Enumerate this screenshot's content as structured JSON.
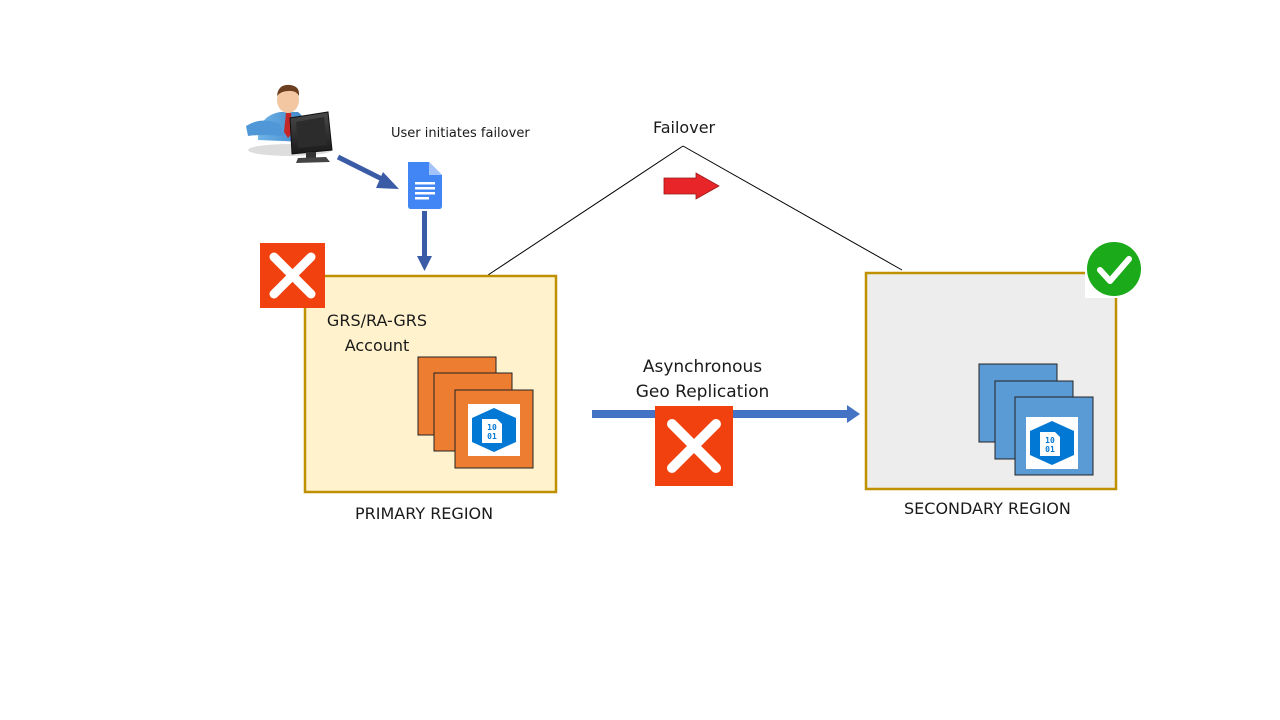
{
  "labels": {
    "user_action": "User initiates failover",
    "failover": "Failover",
    "account_line1": "GRS/RA-GRS",
    "account_line2": "Account",
    "replication_line1": "Asynchronous",
    "replication_line2": "Geo Replication",
    "primary_region": "PRIMARY REGION",
    "secondary_region": "SECONDARY REGION",
    "blob_icon_text_line1": "10",
    "blob_icon_text_line2": "01"
  },
  "status": {
    "primary": "failed",
    "replication": "failed",
    "secondary": "available"
  },
  "colors": {
    "primary_fill": "#FFF2CC",
    "secondary_fill": "#EDEDED",
    "region_border": "#BF9000",
    "primary_stack": "#ED7D31",
    "secondary_stack": "#5B9BD5",
    "azure_blue": "#0078D4",
    "arrow_blue": "#4472C4",
    "failover_arrow": "#E8262A",
    "fail_mark": "#F0410E",
    "success_mark": "#1AAA1A",
    "doc_blue": "#4285F4"
  },
  "icons": {
    "user": "user-at-computer-icon",
    "document": "document-icon",
    "fail": "close-icon",
    "success": "check-icon",
    "storage": "azure-blob-storage-icon"
  }
}
